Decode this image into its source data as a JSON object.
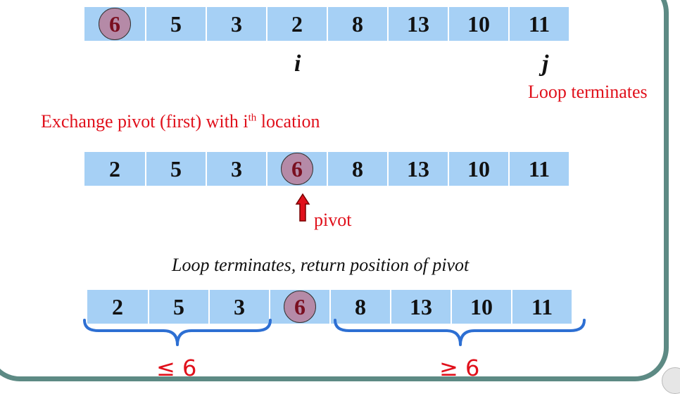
{
  "row1": {
    "values": [
      "6",
      "5",
      "3",
      "2",
      "8",
      "13",
      "10",
      "11"
    ],
    "pivot_index": 0
  },
  "row2": {
    "values": [
      "2",
      "5",
      "3",
      "6",
      "8",
      "13",
      "10",
      "11"
    ],
    "pivot_index": 3
  },
  "row3": {
    "values": [
      "2",
      "5",
      "3",
      "6",
      "8",
      "13",
      "10",
      "11"
    ],
    "pivot_index": 3
  },
  "labels": {
    "i": "i",
    "j": "j",
    "loop_terminates": "Loop terminates",
    "exchange_main": "Exchange pivot (first) with i",
    "exchange_sup": "th",
    "exchange_tail": " location",
    "pivot": "pivot",
    "caption": "Loop terminates, return position of pivot",
    "le6": "≤ 6",
    "ge6": "≥ 6"
  },
  "colors": {
    "cell": "#a6d0f5",
    "pivot_circle": "#b58aa7",
    "annotation": "#e0101b",
    "brace": "#2d6fd3",
    "frame": "#5d8a84"
  }
}
